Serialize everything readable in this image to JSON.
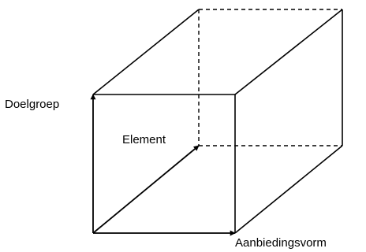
{
  "diagram": {
    "axis_labels": {
      "vertical": "Doelgroep",
      "diagonal": "Element",
      "horizontal": "Aanbiedingsvorm"
    }
  }
}
